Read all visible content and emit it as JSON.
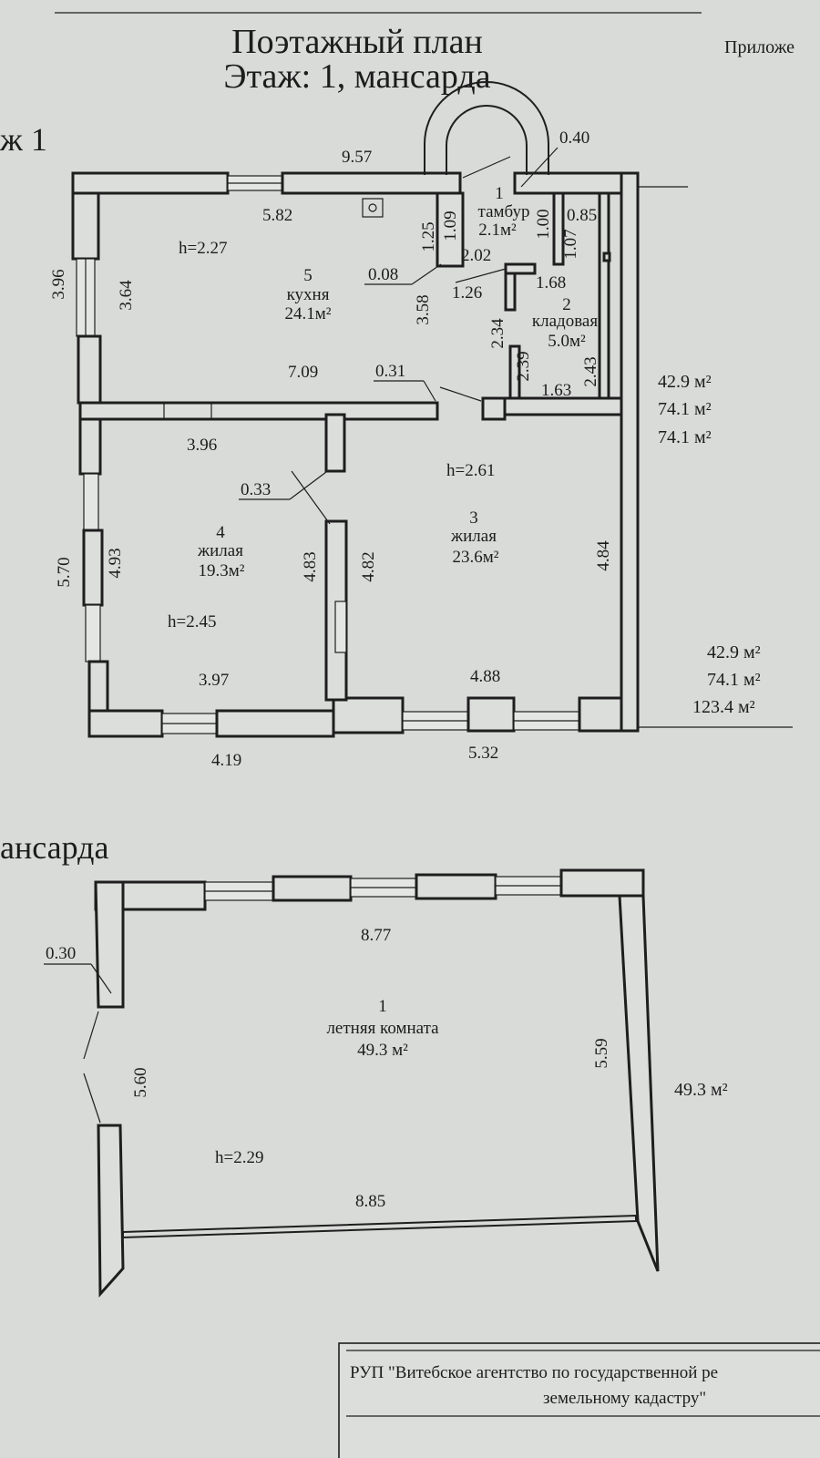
{
  "header": {
    "title_line1": "Поэтажный план",
    "title_line2": "Этаж: 1, мансарда",
    "appendix": "Приложе"
  },
  "floor1": {
    "section_label": "ж 1",
    "rooms": [
      {
        "number": "1",
        "name": "тамбур",
        "area": "2.1м²"
      },
      {
        "number": "2",
        "name": "кладовая",
        "area": "5.0м²"
      },
      {
        "number": "3",
        "name": "жилая",
        "area": "23.6м²"
      },
      {
        "number": "4",
        "name": "жилая",
        "area": "19.3м²"
      },
      {
        "number": "5",
        "name": "кухня",
        "area": "24.1м²"
      }
    ],
    "heights": [
      "h=2.27",
      "h=2.61",
      "h=2.45"
    ],
    "dimensions": {
      "d957": "9.57",
      "d040": "0.40",
      "d582": "5.82",
      "d085": "0.85",
      "d125": "1.25",
      "d109": "1.09",
      "d100": "1.00",
      "d107": "1.07",
      "d202": "2.02",
      "d008": "0.08",
      "d126": "1.26",
      "d168": "1.68",
      "d396a": "3.96",
      "d364": "3.64",
      "d358": "3.58",
      "d234": "2.34",
      "d239": "2.39",
      "d243": "2.43",
      "d709": "7.09",
      "d031": "0.31",
      "d163": "1.63",
      "d396b": "3.96",
      "d033": "0.33",
      "d570": "5.70",
      "d493": "4.93",
      "d483": "4.83",
      "d482": "4.82",
      "d484": "4.84",
      "d397": "3.97",
      "d488": "4.88",
      "d419": "4.19",
      "d532": "5.32"
    },
    "totals_upper": [
      "42.9 м²",
      "74.1 м²",
      "74.1 м²"
    ],
    "totals_lower": [
      "42.9 м²",
      "74.1 м²",
      "123.4 м²"
    ]
  },
  "attic": {
    "section_label": "ансарда",
    "room": {
      "number": "1",
      "name": "летняя комната",
      "area": "49.3 м²"
    },
    "height": "h=2.29",
    "dimensions": {
      "d877": "8.77",
      "d030": "0.30",
      "d560": "5.60",
      "d559": "5.59",
      "d885": "8.85"
    },
    "total": "49.3 м²"
  },
  "stamp": {
    "line1": "РУП \"Витебское агентство по государственной ре",
    "line2": "земельному кадастру\""
  }
}
